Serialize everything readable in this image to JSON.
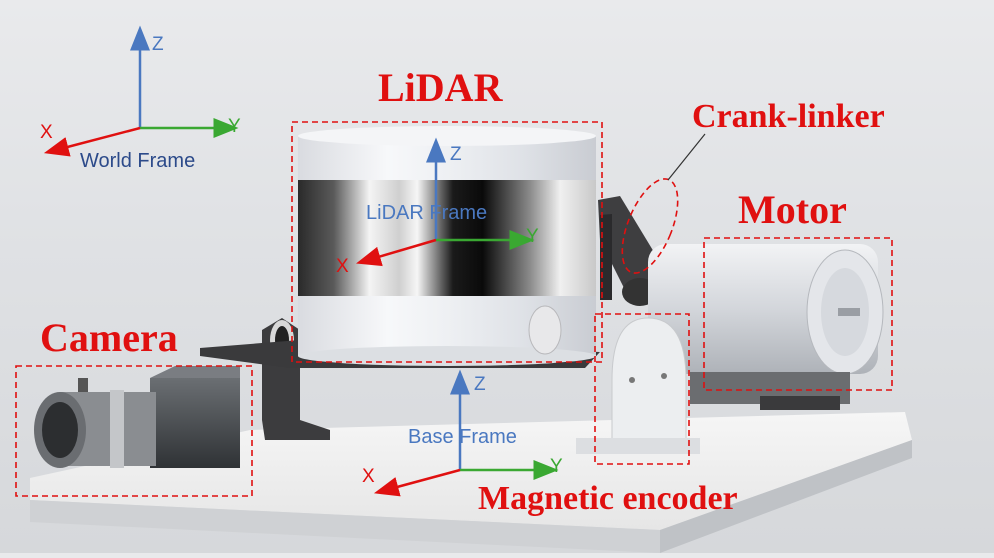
{
  "labels": {
    "lidar": "LiDAR",
    "crank_linker": "Crank-linker",
    "motor": "Motor",
    "camera": "Camera",
    "magnetic_encoder": "Magnetic encoder"
  },
  "frames": {
    "world": {
      "name": "World Frame",
      "x": "X",
      "y": "Y",
      "z": "Z"
    },
    "lidar": {
      "name": "LiDAR Frame",
      "x": "X",
      "y": "Y",
      "z": "Z"
    },
    "base": {
      "name": "Base Frame",
      "x": "X",
      "y": "Y",
      "z": "Z"
    }
  },
  "colors": {
    "label_red": "#e01010",
    "axis_z": "#4a78c0",
    "axis_y": "#3aa832",
    "axis_x": "#e01010",
    "box_dash": "#e01010"
  }
}
